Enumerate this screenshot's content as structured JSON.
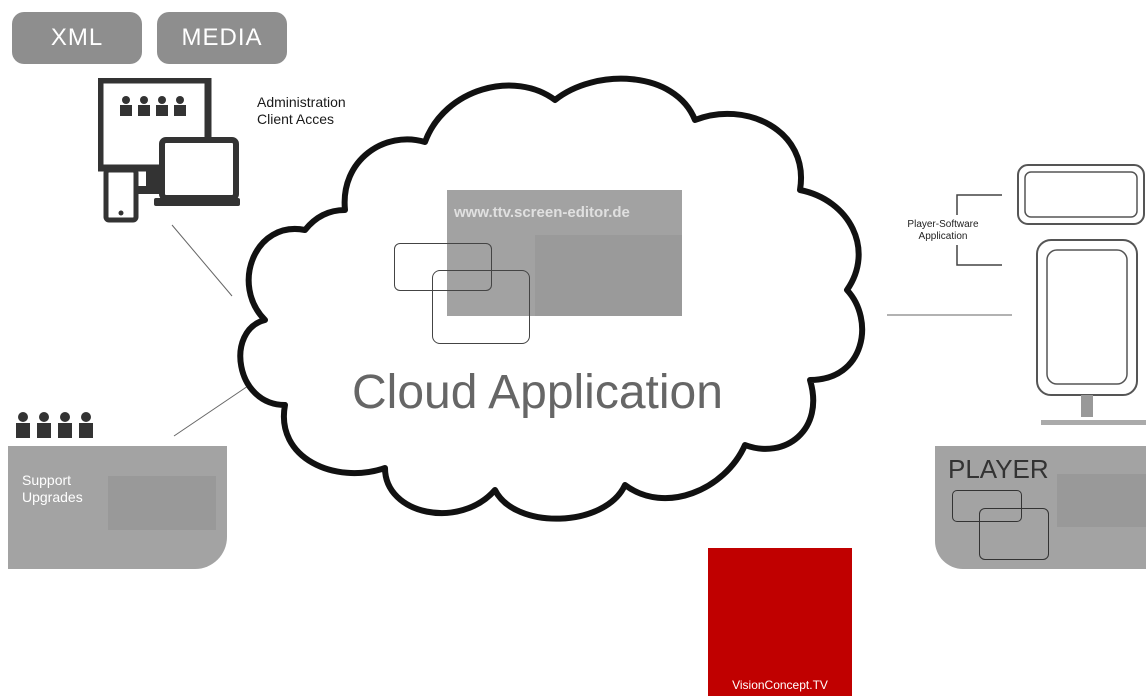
{
  "top_buttons": {
    "xml": "XML",
    "media": "MEDIA"
  },
  "admin": {
    "line1": "Administration",
    "line2": "Client Acces"
  },
  "website": "www.ttv.screen-editor.de",
  "cloud_title": "Cloud Application",
  "player_software": {
    "line1": "Player-Software",
    "line2": "Application"
  },
  "support": {
    "line1": "Support",
    "line2": "Upgrades"
  },
  "player_label": "PLAYER",
  "brand": "VisionConcept.TV",
  "colors": {
    "grey_panel": "#9c9c9c",
    "pill": "#8e8e8e",
    "brand_red": "#c00000",
    "cloud_outline": "#111111"
  }
}
